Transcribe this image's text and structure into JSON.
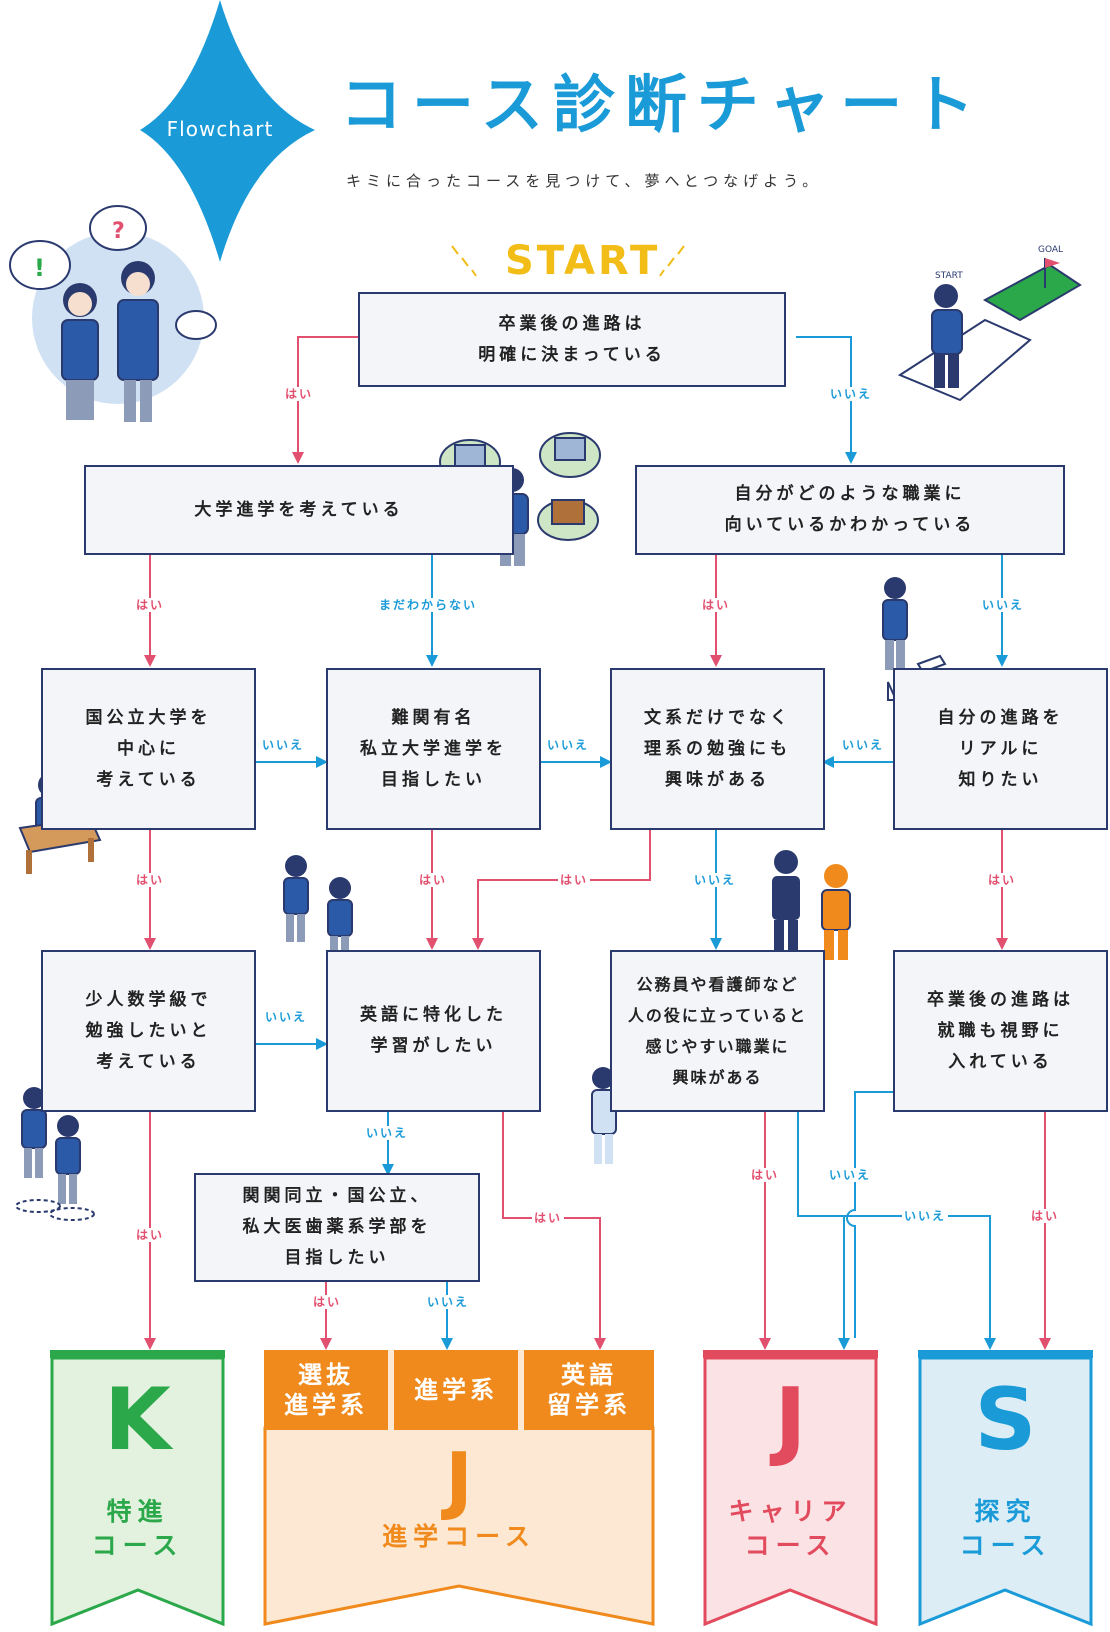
{
  "header": {
    "badge": "Flowchart",
    "title": "コース診断チャート",
    "subtitle": "キミに合ったコースを見つけて、夢へとつなげよう。",
    "start": "START"
  },
  "nodes": {
    "q1": "卒業後の進路は\n明確に決まっている",
    "q2": "大学進学を考えている",
    "q3": "自分がどのような職業に\n向いているかわかっている",
    "q4": "国公立大学を\n中心に\n考えている",
    "q5": "難関有名\n私立大学進学を\n目指したい",
    "q6": "文系だけでなく\n理系の勉強にも\n興味がある",
    "q7": "自分の進路を\nリアルに\n知りたい",
    "q8": "少人数学級で\n勉強したいと\n考えている",
    "q9": "英語に特化した\n学習がしたい",
    "q10": "公務員や看護師など\n人の役に立っていると\n感じやすい職業に\n興味がある",
    "q11": "卒業後の進路は\n就職も視野に\n入れている",
    "q12": "関関同立・国公立、\n私大医歯薬系学部を\n目指したい"
  },
  "answers": {
    "yes": "はい",
    "no": "いいえ",
    "not_sure": "まだわからない"
  },
  "courses": {
    "k": {
      "letter": "K",
      "name": "特進\nコース",
      "color": "#2aa84a"
    },
    "j_shingaku": {
      "letter": "J",
      "name": "進学コース",
      "color": "#f08a1c",
      "tabs": [
        "選抜\n進学系",
        "進学系",
        "英語\n留学系"
      ]
    },
    "j_career": {
      "letter": "J",
      "name": "キャリア\nコース",
      "color": "#e24a5e"
    },
    "s": {
      "letter": "S",
      "name": "探究\nコース",
      "color": "#1a9bd8"
    }
  },
  "colors": {
    "yes_line": "#e2506f",
    "no_line": "#1a9bd8",
    "box_border": "#2b3a6e"
  }
}
